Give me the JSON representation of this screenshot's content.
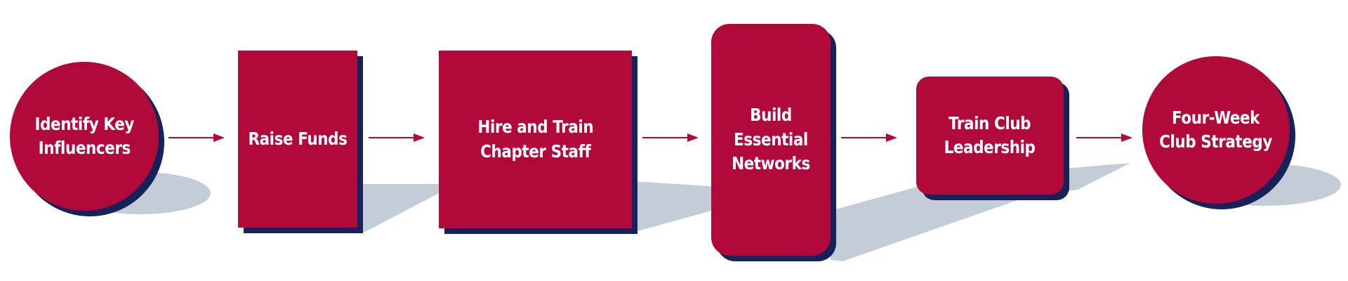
{
  "colors": {
    "node_fill": "#B0093A",
    "node_edge": "#16225A",
    "arrow": "#B0093A",
    "shadow": "#C2CDD8",
    "text": "#FFFFFF"
  },
  "steps": [
    {
      "shape": "circle",
      "lines": [
        "Identify Key",
        "Influencers"
      ]
    },
    {
      "shape": "square",
      "lines": [
        "Raise Funds"
      ]
    },
    {
      "shape": "square",
      "lines": [
        "Hire and Train",
        "Chapter Staff"
      ]
    },
    {
      "shape": "rounded",
      "lines": [
        "Build",
        "Essential",
        "Networks"
      ]
    },
    {
      "shape": "rounded",
      "lines": [
        "Train Club",
        "Leadership"
      ]
    },
    {
      "shape": "circle",
      "lines": [
        "Four-Week",
        "Club Strategy"
      ]
    }
  ],
  "arrows": [
    {
      "from": 1,
      "to": 2,
      "icon": "right-arrow-icon"
    },
    {
      "from": 2,
      "to": 3,
      "icon": "right-arrow-icon"
    },
    {
      "from": 3,
      "to": 4,
      "icon": "right-arrow-icon"
    },
    {
      "from": 4,
      "to": 5,
      "icon": "right-arrow-icon"
    },
    {
      "from": 5,
      "to": 6,
      "icon": "right-arrow-icon"
    }
  ]
}
